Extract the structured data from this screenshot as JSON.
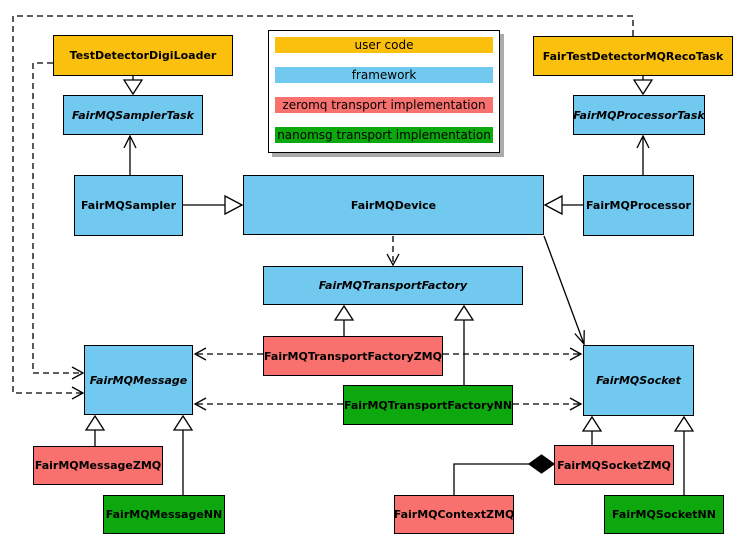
{
  "colors": {
    "user_code": "#FBC00D",
    "framework": "#72C9F0",
    "zeromq": "#F9716E",
    "nanomsg": "#0DA80D",
    "border": "#000000",
    "background": "#FFFFFF"
  },
  "legend": {
    "items": [
      {
        "label": "user code",
        "category": "user_code"
      },
      {
        "label": "framework",
        "category": "framework"
      },
      {
        "label": "zeromq transport implementation",
        "category": "zeromq"
      },
      {
        "label": "nanomsg transport implementation",
        "category": "nanomsg"
      }
    ]
  },
  "nodes": {
    "test_detector_digi_loader": {
      "label": "TestDetectorDigiLoader",
      "category": "user_code",
      "abstract": false
    },
    "fair_test_detector_mq_reco_task": {
      "label": "FairTestDetectorMQRecoTask",
      "category": "user_code",
      "abstract": false
    },
    "fairmq_sampler_task": {
      "label": "FairMQSamplerTask",
      "category": "framework",
      "abstract": true
    },
    "fairmq_processor_task": {
      "label": "FairMQProcessorTask",
      "category": "framework",
      "abstract": true
    },
    "fairmq_sampler": {
      "label": "FairMQSampler",
      "category": "framework",
      "abstract": false
    },
    "fairmq_device": {
      "label": "FairMQDevice",
      "category": "framework",
      "abstract": false
    },
    "fairmq_processor": {
      "label": "FairMQProcessor",
      "category": "framework",
      "abstract": false
    },
    "fairmq_transport_factory": {
      "label": "FairMQTransportFactory",
      "category": "framework",
      "abstract": true
    },
    "fairmq_transport_factory_zmq": {
      "label": "FairMQTransportFactoryZMQ",
      "category": "zeromq",
      "abstract": false
    },
    "fairmq_transport_factory_nn": {
      "label": "FairMQTransportFactoryNN",
      "category": "nanomsg",
      "abstract": false
    },
    "fairmq_message": {
      "label": "FairMQMessage",
      "category": "framework",
      "abstract": true
    },
    "fairmq_socket": {
      "label": "FairMQSocket",
      "category": "framework",
      "abstract": true
    },
    "fairmq_message_zmq": {
      "label": "FairMQMessageZMQ",
      "category": "zeromq",
      "abstract": false
    },
    "fairmq_message_nn": {
      "label": "FairMQMessageNN",
      "category": "nanomsg",
      "abstract": false
    },
    "fairmq_socket_zmq": {
      "label": "FairMQSocketZMQ",
      "category": "zeromq",
      "abstract": false
    },
    "fairmq_socket_nn": {
      "label": "FairMQSocketNN",
      "category": "nanomsg",
      "abstract": false
    },
    "fairmq_context_zmq": {
      "label": "FairMQContextZMQ",
      "category": "zeromq",
      "abstract": false
    }
  },
  "edges": [
    {
      "from": "TestDetectorDigiLoader",
      "to": "FairMQSamplerTask",
      "type": "generalization-triangle",
      "style": "solid"
    },
    {
      "from": "FairTestDetectorMQRecoTask",
      "to": "FairMQProcessorTask",
      "type": "generalization-triangle",
      "style": "solid"
    },
    {
      "from": "FairMQSampler",
      "to": "FairMQSamplerTask",
      "type": "open-arrow",
      "style": "solid"
    },
    {
      "from": "FairMQProcessor",
      "to": "FairMQProcessorTask",
      "type": "open-arrow",
      "style": "solid"
    },
    {
      "from": "FairMQSampler",
      "to": "FairMQDevice",
      "type": "generalization-triangle",
      "style": "solid"
    },
    {
      "from": "FairMQProcessor",
      "to": "FairMQDevice",
      "type": "generalization-triangle",
      "style": "solid"
    },
    {
      "from": "FairMQDevice",
      "to": "FairMQTransportFactory",
      "type": "open-arrow",
      "style": "dashed"
    },
    {
      "from": "FairMQDevice",
      "to": "FairMQSocket",
      "type": "open-arrow",
      "style": "solid"
    },
    {
      "from": "TestDetectorDigiLoader",
      "to": "FairMQMessage",
      "type": "open-arrow",
      "style": "dashed"
    },
    {
      "from": "FairTestDetectorMQRecoTask",
      "to": "FairMQMessage",
      "type": "open-arrow",
      "style": "dashed"
    },
    {
      "from": "FairMQTransportFactoryZMQ",
      "to": "FairMQTransportFactory",
      "type": "generalization-triangle",
      "style": "solid"
    },
    {
      "from": "FairMQTransportFactoryNN",
      "to": "FairMQTransportFactory",
      "type": "generalization-triangle",
      "style": "solid"
    },
    {
      "from": "FairMQTransportFactoryZMQ",
      "to": "FairMQMessage",
      "type": "open-arrow",
      "style": "dashed"
    },
    {
      "from": "FairMQTransportFactoryZMQ",
      "to": "FairMQSocket",
      "type": "open-arrow",
      "style": "dashed"
    },
    {
      "from": "FairMQTransportFactoryNN",
      "to": "FairMQMessage",
      "type": "open-arrow",
      "style": "dashed"
    },
    {
      "from": "FairMQTransportFactoryNN",
      "to": "FairMQSocket",
      "type": "open-arrow",
      "style": "dashed"
    },
    {
      "from": "FairMQMessageZMQ",
      "to": "FairMQMessage",
      "type": "generalization-triangle",
      "style": "solid"
    },
    {
      "from": "FairMQMessageNN",
      "to": "FairMQMessage",
      "type": "generalization-triangle",
      "style": "solid"
    },
    {
      "from": "FairMQSocketZMQ",
      "to": "FairMQSocket",
      "type": "generalization-triangle",
      "style": "solid"
    },
    {
      "from": "FairMQSocketNN",
      "to": "FairMQSocket",
      "type": "generalization-triangle",
      "style": "solid"
    },
    {
      "from": "FairMQContextZMQ",
      "to": "FairMQSocketZMQ",
      "type": "composition-diamond",
      "style": "solid"
    }
  ]
}
